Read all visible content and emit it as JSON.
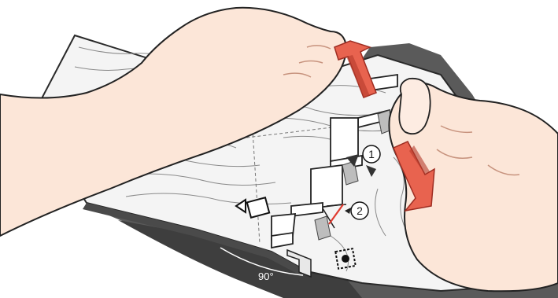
{
  "callouts": [
    {
      "id": "callout-1",
      "label": "1"
    },
    {
      "id": "callout-2",
      "label": "2"
    }
  ],
  "angle_label": "90°",
  "colors": {
    "arrow_fill": "#e8634f",
    "arrow_shade": "#b43a2c",
    "skin": "#fbe3d4",
    "skin_shadow": "#e7b9a5",
    "board": "#f2f2f2",
    "board_edge": "#2d2d2d",
    "shadow": "#555555",
    "strike": "#e03a2f"
  },
  "icons": [
    "callout-circle",
    "dimension-arrow",
    "double-arrow",
    "glue-point-icon",
    "hinge-triangle-icon"
  ]
}
